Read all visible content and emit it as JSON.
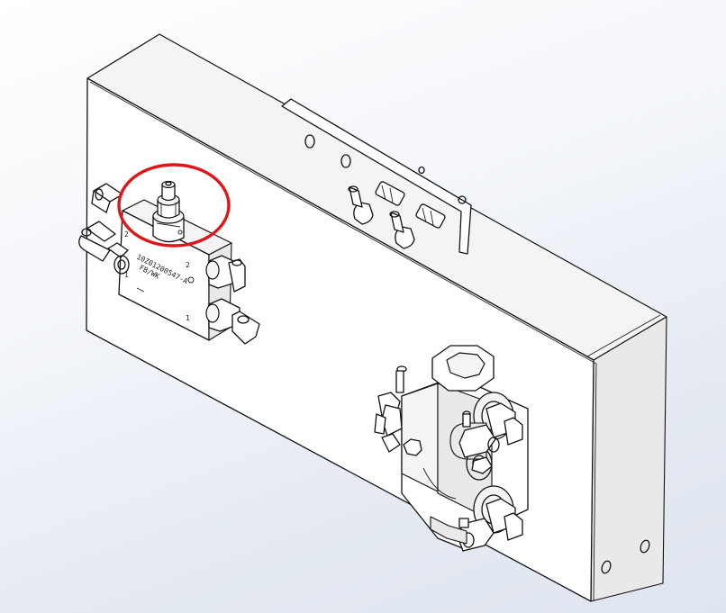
{
  "viewport": {
    "background_top": "#ffffff",
    "background_bottom": "#dfe5ef",
    "line_color": "#111111"
  },
  "valve_block": {
    "part_number": "10Z01200547-A",
    "part_sub": "FB/WK",
    "port_labels": [
      "2",
      "2",
      "1",
      "1"
    ]
  },
  "callout": {
    "color": "#e0141b",
    "target": "relief valve cartridge"
  }
}
